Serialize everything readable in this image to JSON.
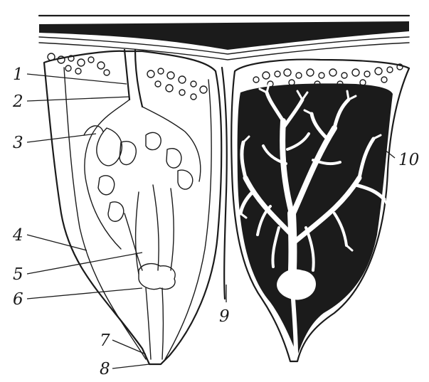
{
  "callouts": {
    "c1": "1",
    "c2": "2",
    "c3": "3",
    "c4": "4",
    "c5": "5",
    "c6": "6",
    "c7": "7",
    "c8": "8",
    "c9": "9",
    "c10": "10"
  },
  "colors": {
    "ink": "#1b1b1b",
    "paper": "#ffffff"
  }
}
